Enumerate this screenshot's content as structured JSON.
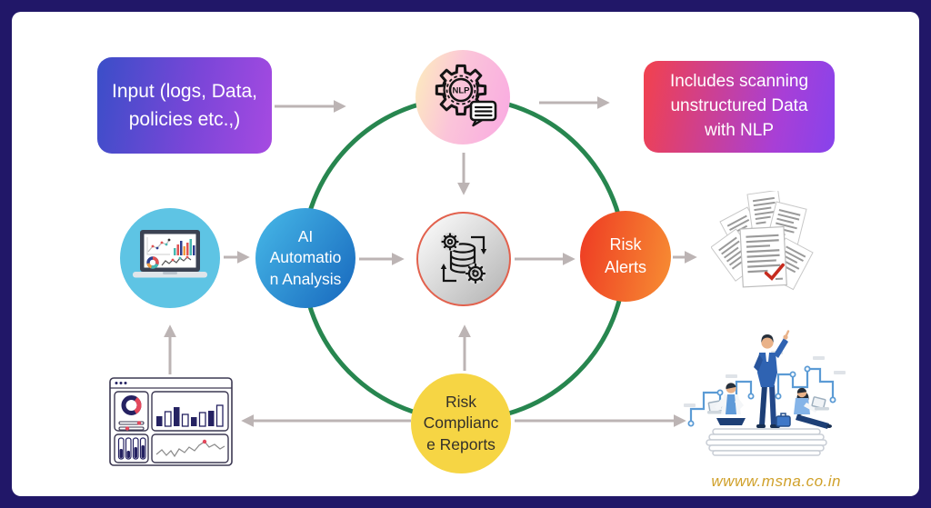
{
  "frame": {
    "border_color": "#211768",
    "card_background": "#ffffff"
  },
  "watermark": {
    "text": "wwww.msna.co.in",
    "color": "#d0a12b"
  },
  "diagram": {
    "ring_color": "#27864f",
    "arrow_color": "#bcb4b4",
    "boxes": {
      "input": {
        "line1": "Input (logs, Data,",
        "line2": "policies etc.,)",
        "gradient_start": "#3a4ec8",
        "gradient_end": "#a64ae1"
      },
      "nlp_note": {
        "line1": "Includes scanning",
        "line2": "unstructured Data",
        "line3": "with NLP",
        "gradient_start": "#f2414d",
        "gradient_end": "#8743ec"
      }
    },
    "nodes": {
      "nlp": {
        "icon": "nlp-gear-icon",
        "icon_label": "NLP",
        "gradient_start": "#fdeebc",
        "gradient_end": "#f9a9e2"
      },
      "ai_automation": {
        "line1": "AI",
        "line2": "Automatio",
        "line3": "n Analysis",
        "gradient_start": "#47b9e8",
        "gradient_end": "#1767bd"
      },
      "processing": {
        "icon": "data-processing-icon",
        "border_color": "#e2614d",
        "gradient_start": "#ffffff",
        "gradient_end": "#b9b9b9"
      },
      "risk_alerts": {
        "line1": "Risk",
        "line2": "Alerts",
        "gradient_start": "#ee3a23",
        "gradient_end": "#f78e33"
      },
      "compliance": {
        "line1": "Risk",
        "line2": "Complianc",
        "line3": "e Reports",
        "fill": "#f6d544"
      }
    },
    "illustrations": {
      "laptop": "laptop-analytics-icon",
      "dashboard": "dashboard-report-icon",
      "documents": "risk-documents-icon",
      "team": "team-analysis-icon"
    }
  }
}
